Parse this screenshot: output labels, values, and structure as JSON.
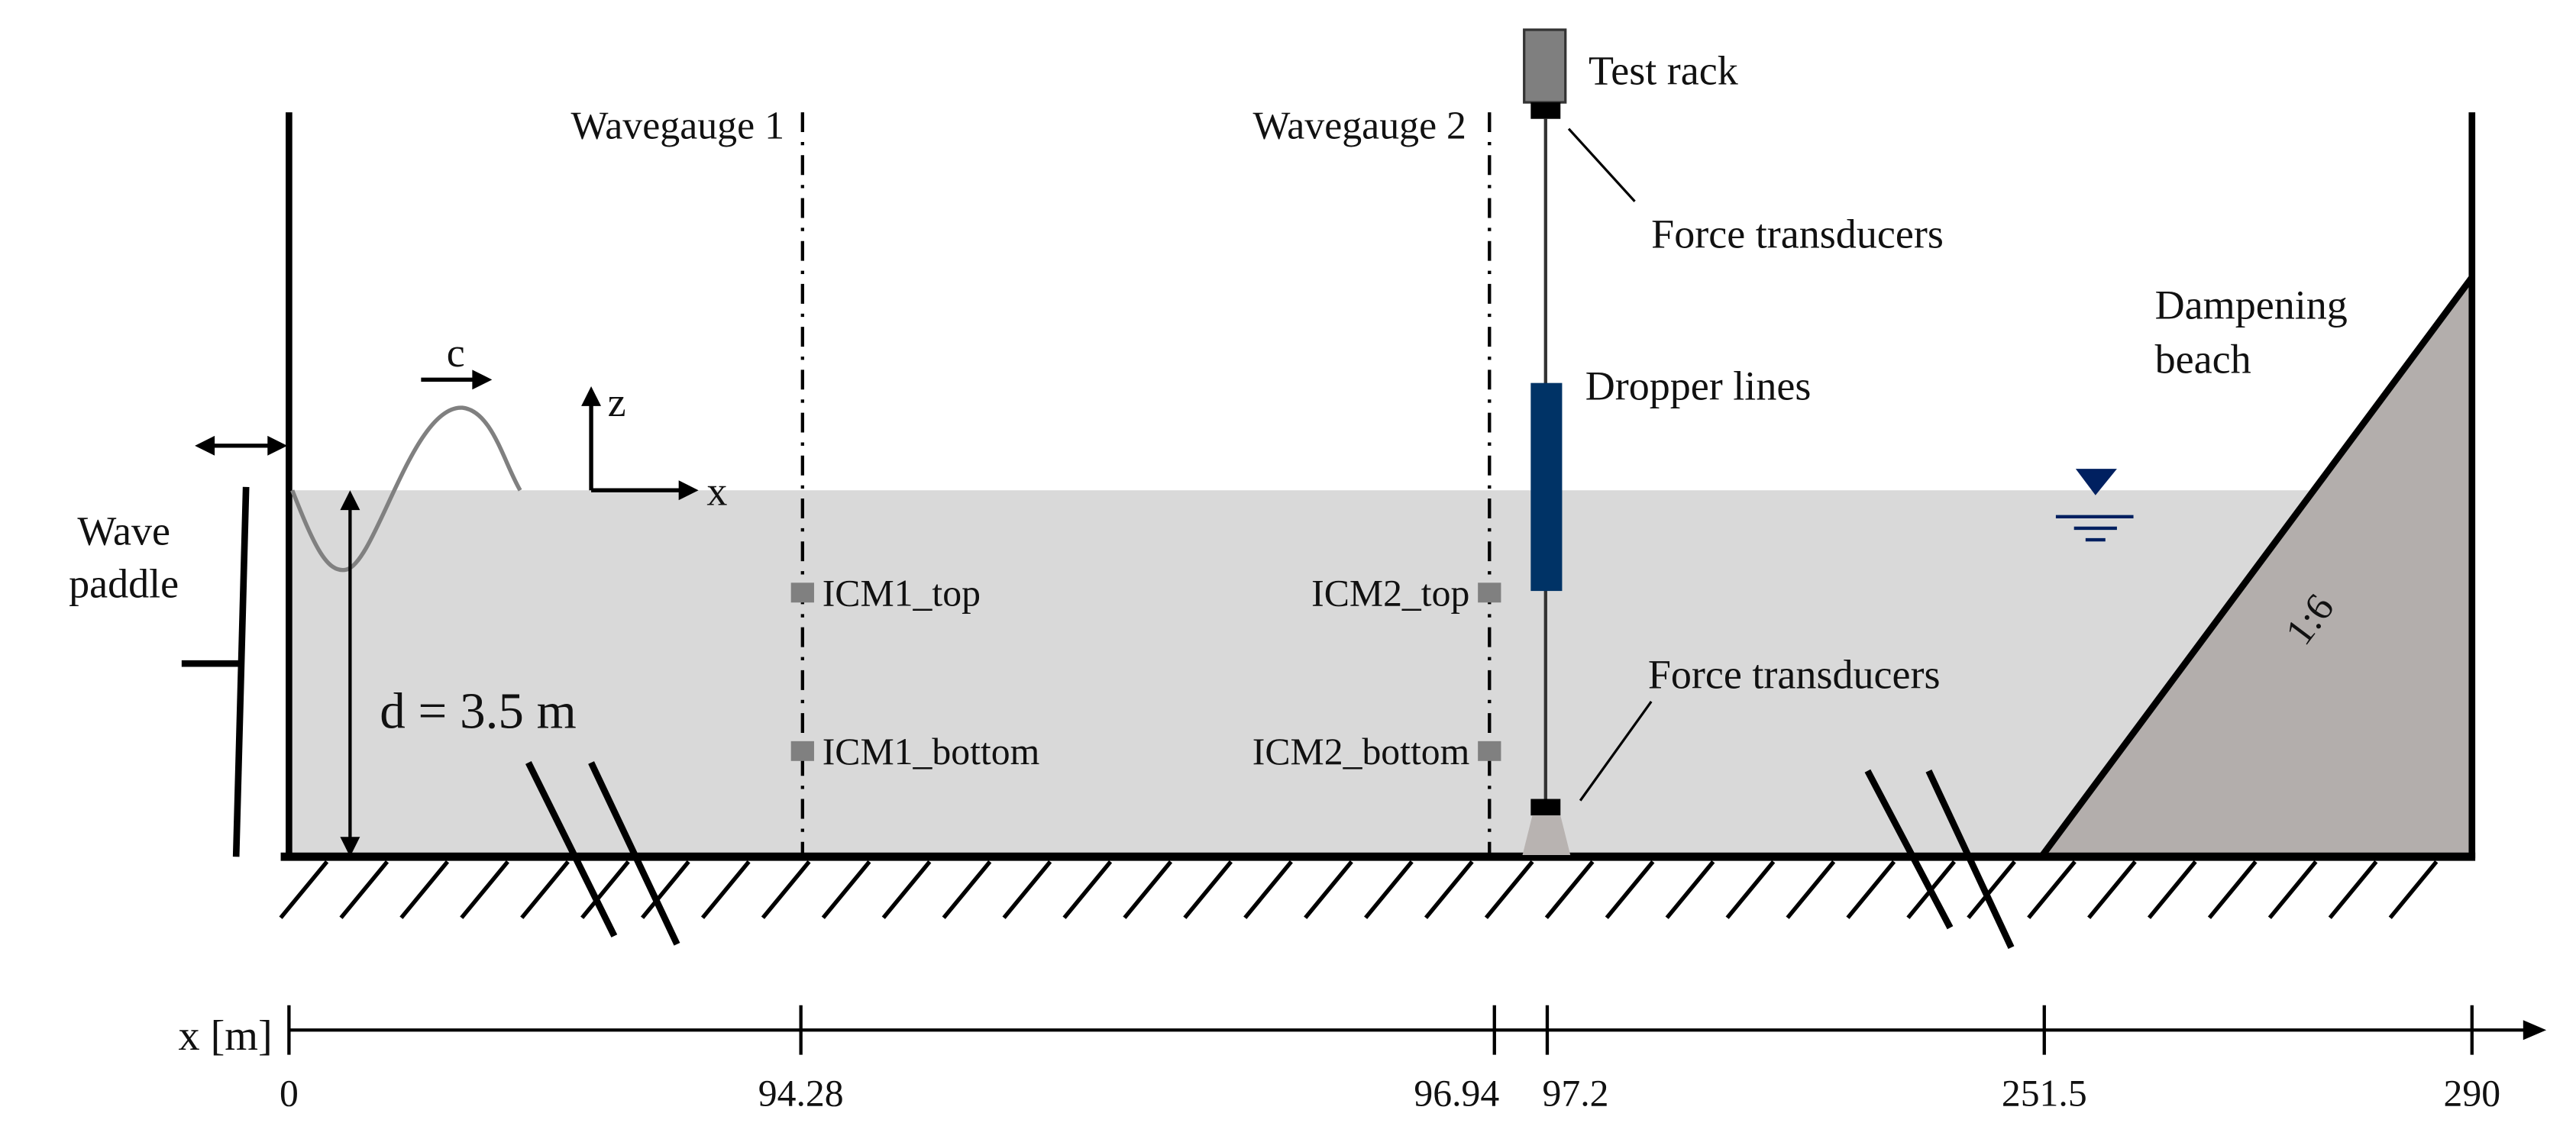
{
  "labels": {
    "wavegauge1": "Wavegauge 1",
    "wavegauge2": "Wavegauge 2",
    "test_rack": "Test rack",
    "force_transducers_top": "Force transducers",
    "force_transducers_bottom": "Force transducers",
    "dropper_lines": "Dropper lines",
    "dampening_beach_line1": "Dampening",
    "dampening_beach_line2": "beach",
    "slope": "1:6",
    "wave_paddle_line1": "Wave",
    "wave_paddle_line2": "paddle",
    "celerity": "c",
    "z_axis": "z",
    "x_axis": "x",
    "depth": "d = 3.5 m",
    "icm1_top": "ICM1_top",
    "icm1_bottom": "ICM1_bottom",
    "icm2_top": "ICM2_top",
    "icm2_bottom": "ICM2_bottom"
  },
  "axis": {
    "label": "x [m]",
    "ticks": [
      "0",
      "94.28",
      "96.94",
      "97.2",
      "251.5",
      "290"
    ]
  },
  "colors": {
    "water": "#d9d9d9",
    "beach": "#b3aeac",
    "dropper": "#003366",
    "rack": "#7f7f7f",
    "sensor": "#808080",
    "water_symbol": "#002060"
  }
}
